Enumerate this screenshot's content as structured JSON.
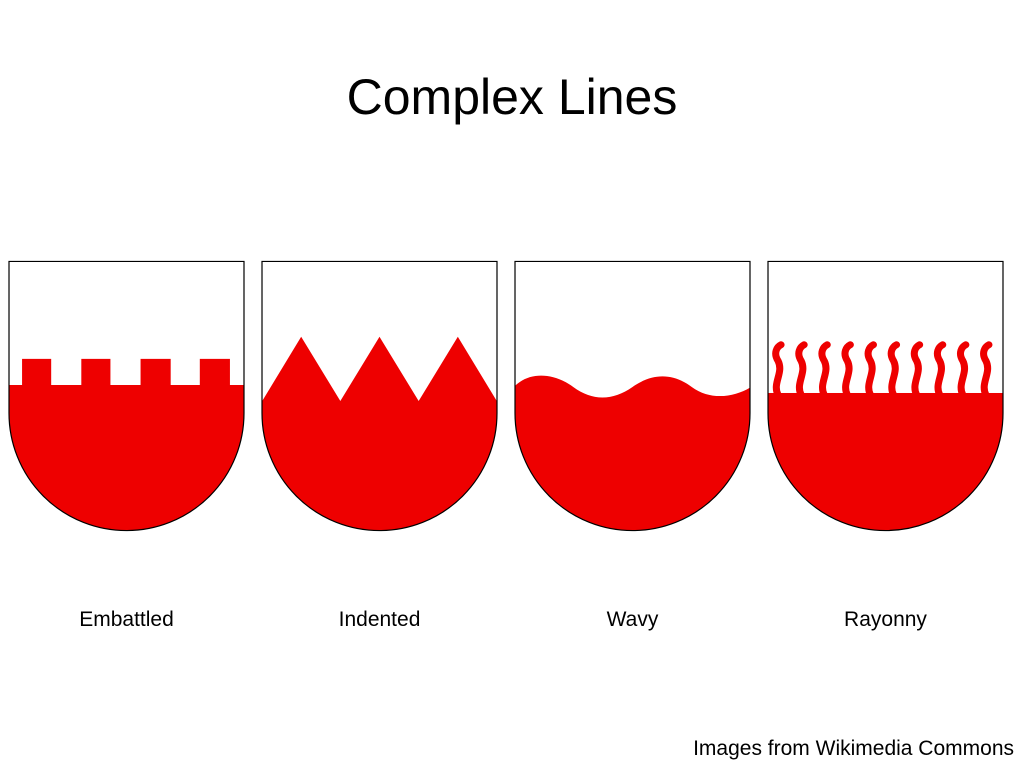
{
  "slide": {
    "title": "Complex Lines",
    "credit": "Images from Wikimedia Commons"
  },
  "colors": {
    "field": "#ffffff",
    "tincture": "#ee0000",
    "outline": "#000000"
  },
  "shields": [
    {
      "label": "Embattled",
      "partition_line": "embattled",
      "icon": "shield-embattled-icon"
    },
    {
      "label": "Indented",
      "partition_line": "indented",
      "icon": "shield-indented-icon"
    },
    {
      "label": "Wavy",
      "partition_line": "wavy",
      "icon": "shield-wavy-icon"
    },
    {
      "label": "Rayonny",
      "partition_line": "rayonny",
      "icon": "shield-rayonny-icon"
    }
  ]
}
